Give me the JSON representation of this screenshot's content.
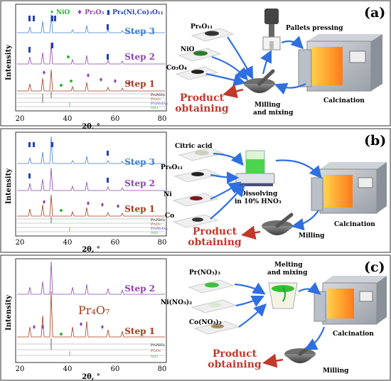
{
  "panels": {
    "a": {
      "letter": "(a)",
      "legend": {
        "nio": "• NiO",
        "pr2o3": "♦ Pr₂O₃",
        "pr4": "▮ Pr₄(Ni,Co)₃O₁₁"
      },
      "steps": [
        "Step 3",
        "Step 2",
        "Step 1"
      ],
      "refs": [
        "Pr₄NiO₉",
        "Pr₂O₃",
        "Pr₄Ni₃O₁₀",
        "NiO"
      ],
      "ylabel": "Intensity",
      "xlabel": "2θ, °",
      "xticks": [
        "20",
        "40",
        "60",
        "80"
      ],
      "reagents": [
        "Pr₆O₁₁",
        "NiO",
        "Co₃O₄"
      ],
      "process": {
        "pressing": "Pallets pressing",
        "calcination": "Calcination",
        "milling": "Milling",
        "mixing": "and mixing"
      },
      "product": [
        "Product",
        "obtaining"
      ]
    },
    "b": {
      "letter": "(b)",
      "steps": [
        "Step 3",
        "Step 2",
        "Step 1"
      ],
      "refs": [
        "Pr₄NiO₉",
        "Pr₂O₃",
        "Pr₄Ni₃O₁₀",
        "NiO"
      ],
      "ylabel": "Intensity",
      "xlabel": "2θ, °",
      "xticks": [
        "20",
        "40",
        "60",
        "80"
      ],
      "reagents": [
        "Citric acid",
        "Pr₆O₁₁",
        "Ni",
        "Co"
      ],
      "process": {
        "dissolving": "Dissolving",
        "in": "in 10% HNO₃",
        "calcination": "Calcination",
        "milling": "Milling"
      },
      "product": [
        "Product",
        "obtaining"
      ]
    },
    "c": {
      "letter": "(c)",
      "steps": [
        "Step 2",
        "Step 1"
      ],
      "phase": "Pr₄O₇",
      "refs": [
        "Pr₄NiO₉",
        "Pr₂O₃",
        "NiO"
      ],
      "ylabel": "Intensity",
      "xlabel": "2θ, °",
      "xticks": [
        "20",
        "40",
        "60",
        "80"
      ],
      "reagents": [
        "Pr(NO₃)₃",
        "Ni(NO₃)₂",
        "Co(NO₃)₃"
      ],
      "process": {
        "melting": "Melting",
        "mixing": "and mixing",
        "calcination": "Calcination",
        "milling": "Milling"
      },
      "product": [
        "Product",
        "obtaining"
      ]
    }
  },
  "colors": {
    "step3": "#3f7fd0",
    "step2": "#8e44ad",
    "step1": "#a63a1c",
    "product": "#c0392b",
    "nio_marker": "#2db52d",
    "arrow": "#2f6fe0"
  }
}
